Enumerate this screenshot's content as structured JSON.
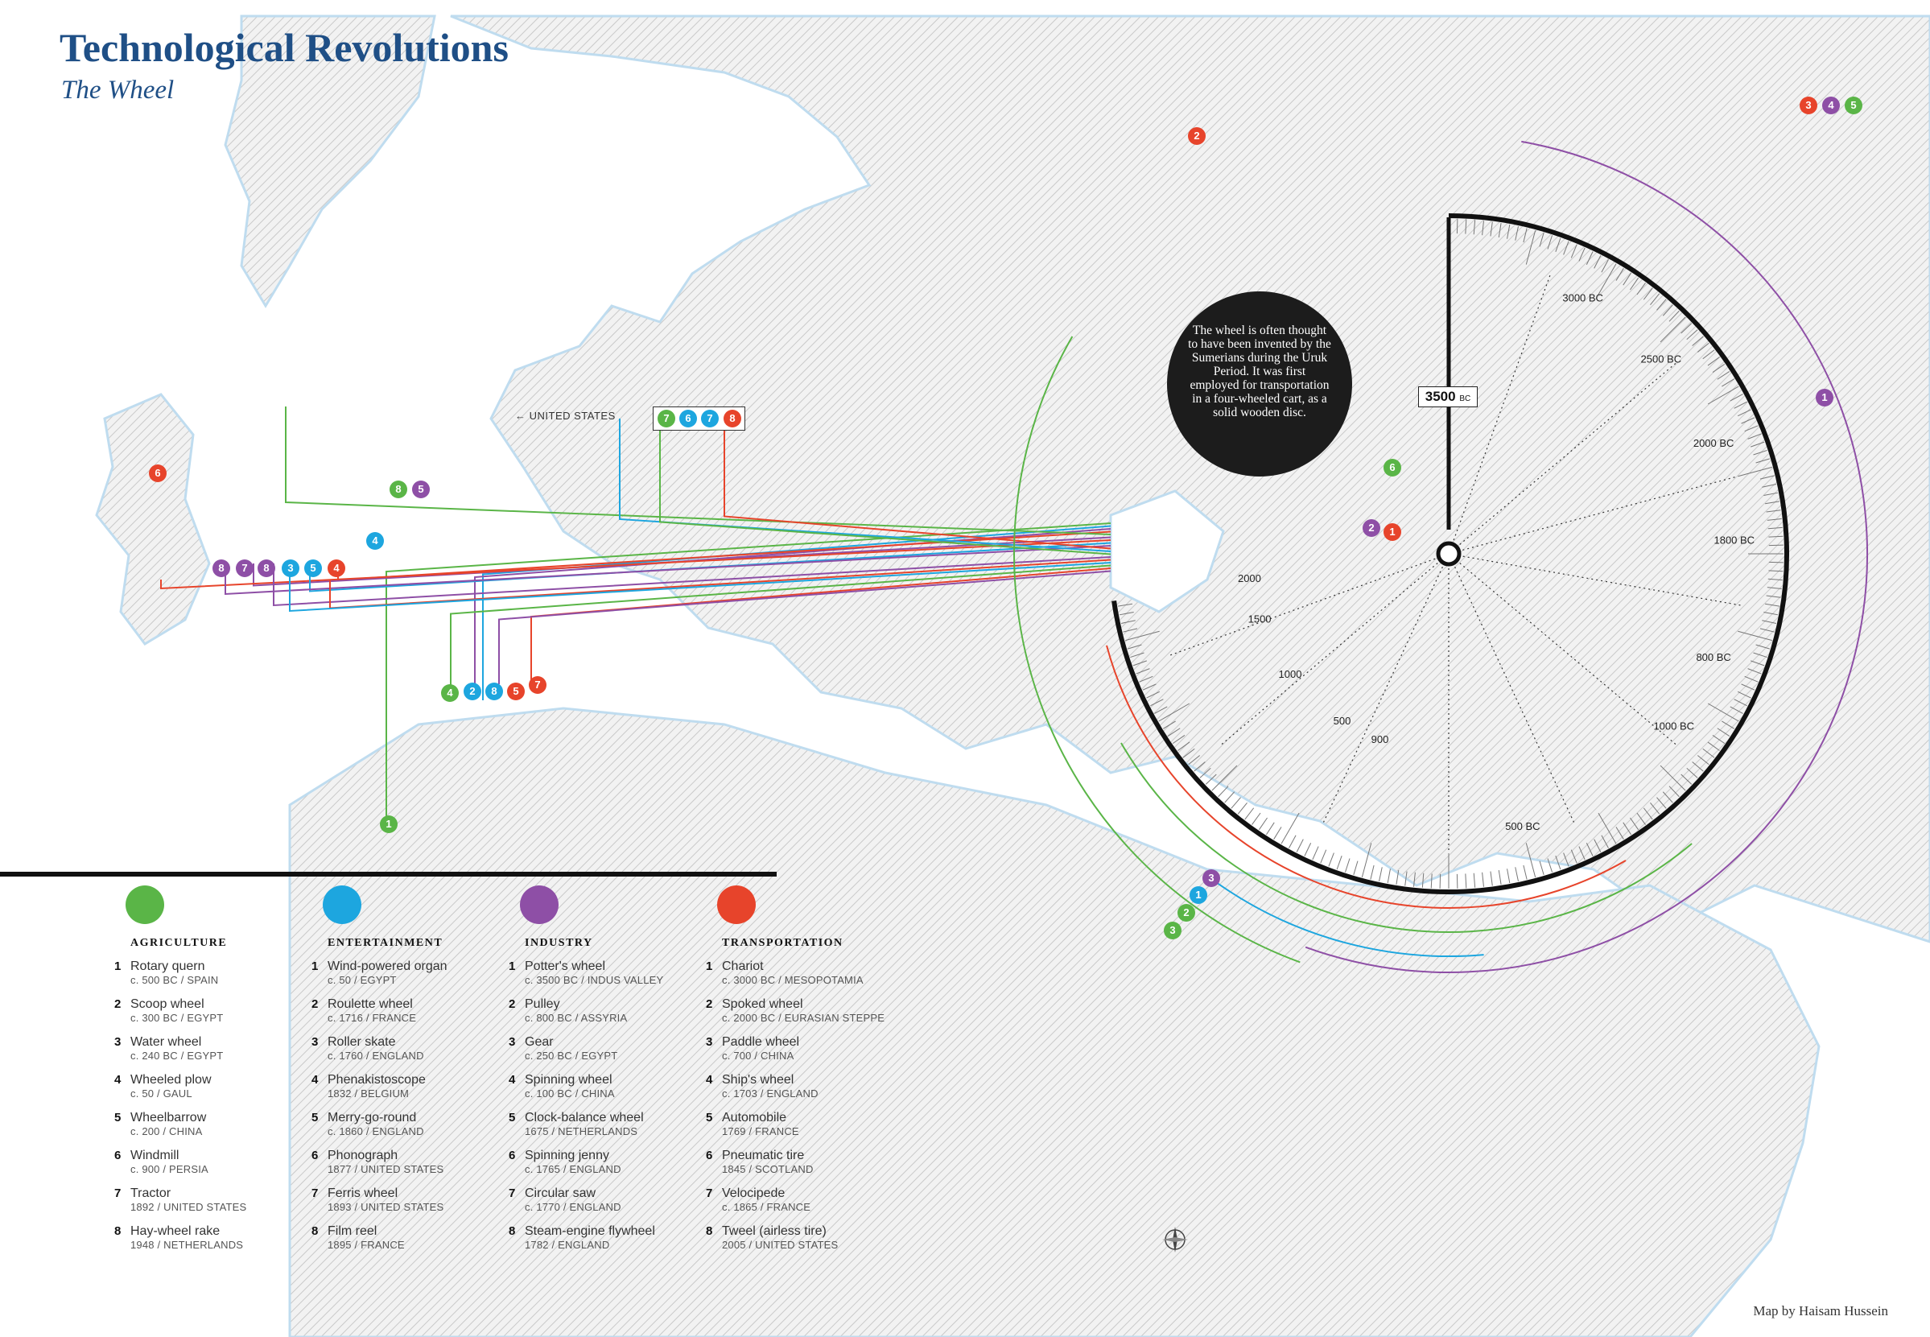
{
  "header": {
    "title": "Technological Revolutions",
    "subtitle": "The Wheel",
    "credit": "Map by Haisam Hussein"
  },
  "timeline": {
    "anchor_label": "3500",
    "anchor_unit": "BC",
    "note": "The wheel is often thought to have been invented by the Sumerians during the Uruk Period. It was first employed for transportation in a four-wheeled cart, as a solid wooden disc.",
    "tick_labels": [
      "3000 BC",
      "2500 BC",
      "2000 BC",
      "1800 BC",
      "1000 BC",
      "800 BC",
      "500 BC",
      "900",
      "500",
      "1000",
      "1500",
      "2000"
    ],
    "us_label": "UNITED STATES"
  },
  "categories": [
    {
      "id": "agriculture",
      "title": "AGRICULTURE",
      "color": "#5ab547",
      "icon": "pinwheel-icon",
      "items": [
        {
          "num": "1",
          "name": "Rotary quern",
          "meta": "c. 500 BC / SPAIN"
        },
        {
          "num": "2",
          "name": "Scoop wheel",
          "meta": "c. 300 BC / EGYPT"
        },
        {
          "num": "3",
          "name": "Water wheel",
          "meta": "c. 240 BC / EGYPT"
        },
        {
          "num": "4",
          "name": "Wheeled plow",
          "meta": "c. 50 / GAUL"
        },
        {
          "num": "5",
          "name": "Wheelbarrow",
          "meta": "c. 200 / CHINA"
        },
        {
          "num": "6",
          "name": "Windmill",
          "meta": "c. 900 / PERSIA"
        },
        {
          "num": "7",
          "name": "Tractor",
          "meta": "1892 / UNITED STATES"
        },
        {
          "num": "8",
          "name": "Hay-wheel rake",
          "meta": "1948 / NETHERLANDS"
        }
      ]
    },
    {
      "id": "entertainment",
      "title": "ENTERTAINMENT",
      "color": "#1da6df",
      "icon": "record-icon",
      "items": [
        {
          "num": "1",
          "name": "Wind-powered organ",
          "meta": "c. 50 / EGYPT"
        },
        {
          "num": "2",
          "name": "Roulette wheel",
          "meta": "c. 1716 / FRANCE"
        },
        {
          "num": "3",
          "name": "Roller skate",
          "meta": "c. 1760 / ENGLAND"
        },
        {
          "num": "4",
          "name": "Phenakistoscope",
          "meta": "1832 / BELGIUM"
        },
        {
          "num": "5",
          "name": "Merry-go-round",
          "meta": "c. 1860 / ENGLAND"
        },
        {
          "num": "6",
          "name": "Phonograph",
          "meta": "1877 / UNITED STATES"
        },
        {
          "num": "7",
          "name": "Ferris wheel",
          "meta": "1893 / UNITED STATES"
        },
        {
          "num": "8",
          "name": "Film reel",
          "meta": "1895 / FRANCE"
        }
      ]
    },
    {
      "id": "industry",
      "title": "INDUSTRY",
      "color": "#8e4fa6",
      "icon": "gear-icon",
      "items": [
        {
          "num": "1",
          "name": "Potter's wheel",
          "meta": "c. 3500 BC / INDUS VALLEY"
        },
        {
          "num": "2",
          "name": "Pulley",
          "meta": "c. 800 BC / ASSYRIA"
        },
        {
          "num": "3",
          "name": "Gear",
          "meta": "c. 250 BC / EGYPT"
        },
        {
          "num": "4",
          "name": "Spinning wheel",
          "meta": "c. 100 BC / CHINA"
        },
        {
          "num": "5",
          "name": "Clock-balance wheel",
          "meta": "1675 / NETHERLANDS"
        },
        {
          "num": "6",
          "name": "Spinning jenny",
          "meta": "c. 1765 / ENGLAND"
        },
        {
          "num": "7",
          "name": "Circular saw",
          "meta": "c. 1770 / ENGLAND"
        },
        {
          "num": "8",
          "name": "Steam-engine flywheel",
          "meta": "1782 / ENGLAND"
        }
      ]
    },
    {
      "id": "transportation",
      "title": "TRANSPORTATION",
      "color": "#e7442b",
      "icon": "spoked-wheel-icon",
      "items": [
        {
          "num": "1",
          "name": "Chariot",
          "meta": "c. 3000 BC / MESOPOTAMIA"
        },
        {
          "num": "2",
          "name": "Spoked wheel",
          "meta": "c. 2000 BC / EURASIAN STEPPE"
        },
        {
          "num": "3",
          "name": "Paddle wheel",
          "meta": "c. 700 / CHINA"
        },
        {
          "num": "4",
          "name": "Ship's wheel",
          "meta": "c. 1703 / ENGLAND"
        },
        {
          "num": "5",
          "name": "Automobile",
          "meta": "1769 / FRANCE"
        },
        {
          "num": "6",
          "name": "Pneumatic tire",
          "meta": "1845 / SCOTLAND"
        },
        {
          "num": "7",
          "name": "Velocipede",
          "meta": "c. 1865 / FRANCE"
        },
        {
          "num": "8",
          "name": "Tweel (airless tire)",
          "meta": "2005 / UNITED STATES"
        }
      ]
    }
  ]
}
